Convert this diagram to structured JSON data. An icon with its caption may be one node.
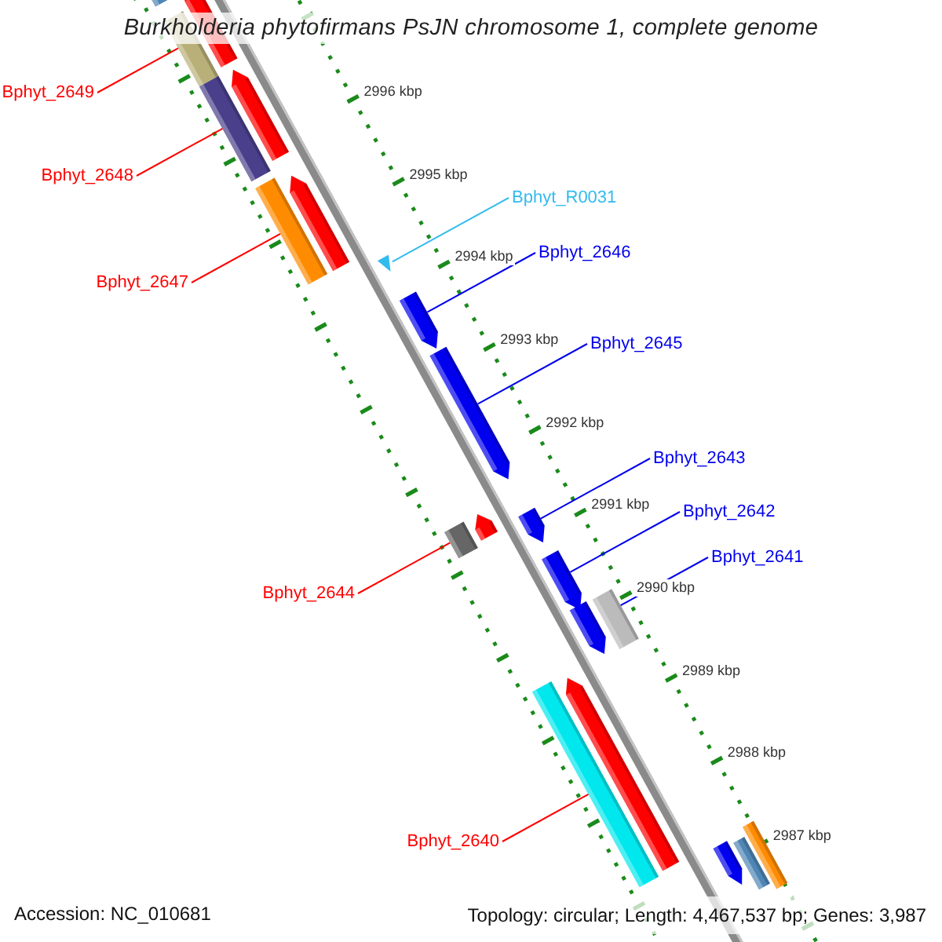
{
  "diagram": {
    "title": "Burkholderia phytofirmans PsJN chromosome 1, complete genome",
    "nodes": [
      {
        "text": [
          "Bphyt_2649"
        ]
      },
      {
        "text": [
          "Bphyt_2648"
        ]
      },
      {
        "text": [
          "Bphyt_R0031"
        ]
      },
      {
        "text": [
          "Bphyt_2646"
        ]
      },
      {
        "text": [
          "Bphyt_2647"
        ]
      },
      {
        "text": [
          "Bphyt_2645"
        ]
      },
      {
        "text": [
          "Bphyt_2643"
        ]
      },
      {
        "text": [
          "Bphyt_2642"
        ]
      },
      {
        "text": [
          "Bphyt_2641"
        ]
      },
      {
        "text": [
          "Bphyt_2644"
        ]
      },
      {
        "text": [
          "Bphyt_2640"
        ]
      },
      {
        "text": [],
        "shape": "bar"
      },
      {
        "text": [],
        "shape": "arrow"
      },
      {
        "text": [],
        "shape": "bar"
      },
      {
        "text": [],
        "shape": "arrow"
      },
      {
        "text": [],
        "shape": "bar"
      },
      {
        "text": [],
        "shape": "arrow"
      },
      {
        "text": [],
        "shape": "bar"
      },
      {
        "text": [],
        "shape": "triangle"
      },
      {
        "text": [],
        "shape": "arrow"
      },
      {
        "text": [],
        "shape": "arrow"
      },
      {
        "text": [],
        "shape": "arrow"
      },
      {
        "text": [],
        "shape": "bar"
      },
      {
        "text": [],
        "shape": "arrow"
      },
      {
        "text": [],
        "shape": "arrow"
      },
      {
        "text": [],
        "shape": "arrow"
      },
      {
        "text": [],
        "shape": "bar"
      },
      {
        "text": [],
        "shape": "bar"
      },
      {
        "text": [],
        "shape": "arrow"
      },
      {
        "text": [],
        "shape": "bar"
      },
      {
        "text": [],
        "shape": "arrow"
      },
      {
        "text": [],
        "shape": "bar"
      }
    ],
    "edges": [
      {
        "from": 0,
        "to": 13,
        "arrow": "none",
        "color": "#ff0000"
      },
      {
        "from": 1,
        "to": 15,
        "arrow": "none",
        "color": "#ff0000"
      },
      {
        "from": 2,
        "to": 18,
        "arrow": "none",
        "color": "#33bbee"
      },
      {
        "from": 3,
        "to": 19,
        "arrow": "none",
        "color": "#0000ee"
      },
      {
        "from": 4,
        "to": 17,
        "arrow": "none",
        "color": "#ff0000"
      },
      {
        "from": 5,
        "to": 20,
        "arrow": "none",
        "color": "#0000ee"
      },
      {
        "from": 6,
        "to": 23,
        "arrow": "none",
        "color": "#0000ee"
      },
      {
        "from": 7,
        "to": 24,
        "arrow": "none",
        "color": "#0000ee"
      },
      {
        "from": 8,
        "to": 26,
        "arrow": "none",
        "color": "#0000ee"
      },
      {
        "from": 9,
        "to": 22,
        "arrow": "none",
        "color": "#ff0000"
      },
      {
        "from": 10,
        "to": 27,
        "arrow": "none",
        "color": "#ff0000"
      }
    ],
    "labels": [
      "2996 kbp",
      "2995 kbp",
      "2994 kbp",
      "2993 kbp",
      "2992 kbp",
      "2991 kbp",
      "2990 kbp",
      "2989 kbp",
      "2988 kbp",
      "2987 kbp",
      "Accession: NC_010681",
      "Topology: circular; Length: 4,467,537 bp; Genes: 3,987"
    ]
  }
}
